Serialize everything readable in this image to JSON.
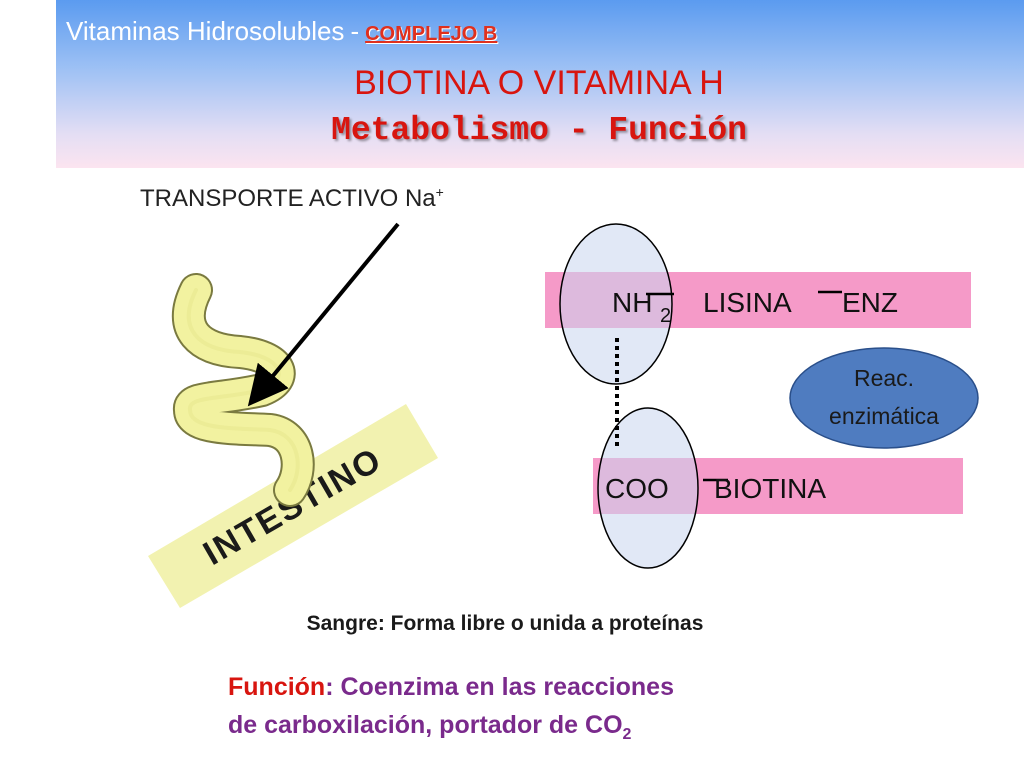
{
  "header": {
    "line1_main": "Vitaminas Hidrosolubles",
    "line1_dash": "-",
    "line1_highlight": "COMPLEJO B",
    "title": "BIOTINA O VITAMINA H",
    "subtitle": "Metabolismo - Función"
  },
  "diagram": {
    "transport_label": "TRANSPORTE ACTIVO Na",
    "transport_superscript": "+",
    "intestine_label": "INTESTINO",
    "upper_bar": {
      "nh": "NH",
      "nh_subscript": "2",
      "lisina": "LISINA",
      "enz": "ENZ"
    },
    "reaction_oval": {
      "line1": "Reac.",
      "line2": "enzimática"
    },
    "lower_bar": {
      "coo": "COO",
      "biotina": "BIOTINA"
    },
    "colors": {
      "pink_bar": "#f59ac8",
      "intestine_band": "#f2f2b0",
      "intestine_tube": "#f2f2a0",
      "reaction_oval": "#4f7cc0",
      "ellipse_fill": "#c9d6ef",
      "title_red": "#d8150f",
      "function_purple": "#7a2a8c"
    }
  },
  "footer": {
    "sangre": "Sangre: Forma libre o unida a proteínas",
    "funcion_keyword": "Función",
    "funcion_line1_rest": ": Coenzima en las reacciones",
    "funcion_line2": "de carboxilación, portador de CO",
    "funcion_line2_subscript": "2"
  }
}
